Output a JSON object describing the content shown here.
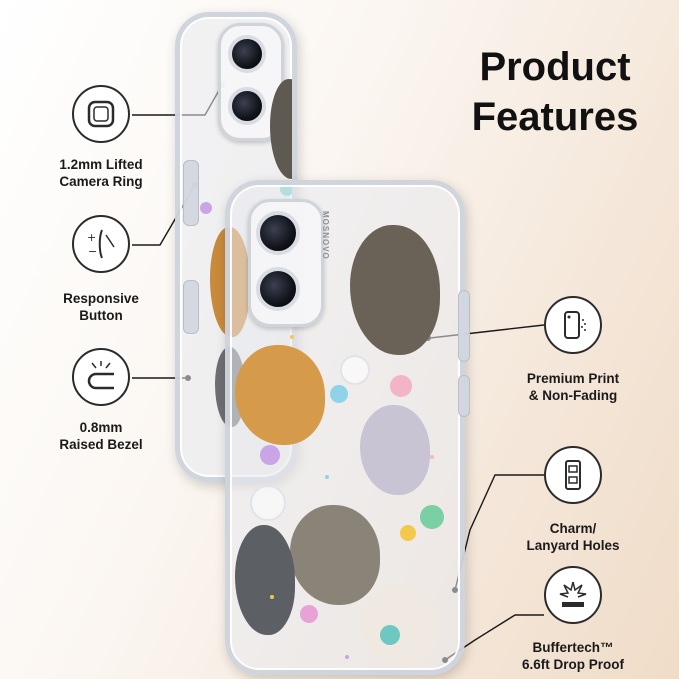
{
  "title_lines": [
    "Product",
    "Features"
  ],
  "features_left": [
    {
      "icon": "camera-ring-icon",
      "lines": [
        "1.2mm Lifted",
        "Camera Ring"
      ]
    },
    {
      "icon": "responsive-button-icon",
      "lines": [
        "Responsive",
        "Button"
      ]
    },
    {
      "icon": "raised-bezel-icon",
      "lines": [
        "0.8mm",
        "Raised Bezel"
      ]
    }
  ],
  "features_right": [
    {
      "icon": "print-phone-icon",
      "lines": [
        "Premium Print",
        "& Non-Fading"
      ]
    },
    {
      "icon": "lanyard-holes-icon",
      "lines": [
        "Charm/",
        "Lanyard Holes"
      ]
    },
    {
      "icon": "impact-drop-icon",
      "lines": [
        "Buffertech™",
        "6.6ft Drop Proof"
      ]
    }
  ],
  "brand_text": "MOSNOVO",
  "colors": {
    "text": "#1a1a1a",
    "icon_stroke": "#2b2b2b",
    "case_frame": "#cdd2da",
    "background_warm": "#f0dcc8"
  }
}
